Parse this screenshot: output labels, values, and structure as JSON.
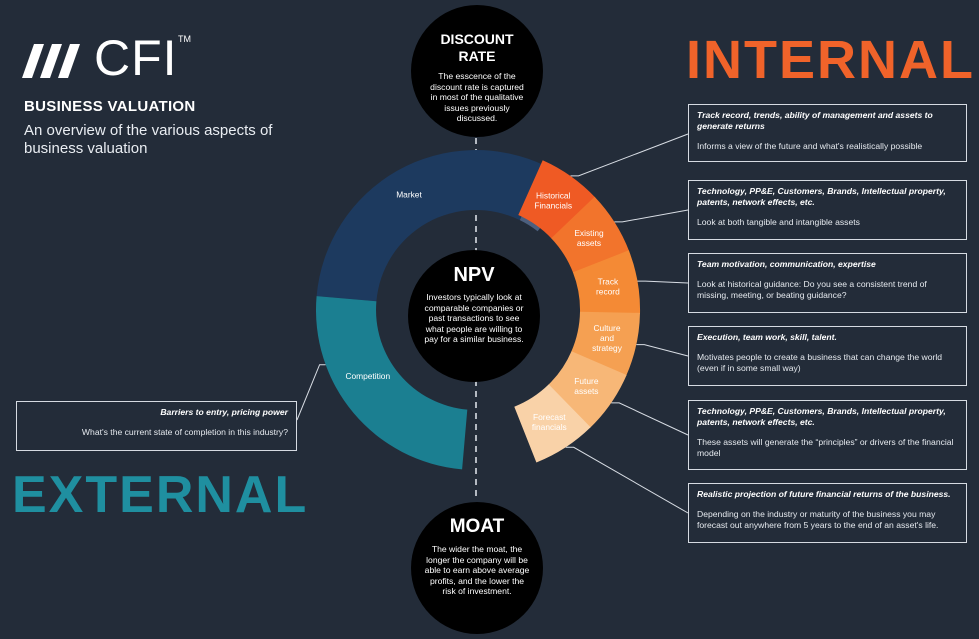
{
  "logo": {
    "text": "CFI",
    "tm": "TM"
  },
  "header": {
    "title": "BUSINESS VALUATION",
    "subtitle": "An overview of the various aspects of business valuation"
  },
  "internal_label": "INTERNAL",
  "external_label": "EXTERNAL",
  "discount": {
    "title_line1": "DISCOUNT",
    "title_line2": "RATE",
    "body": "The esscence of the discount rate is captured in most of the qualitative issues previously discussed."
  },
  "npv": {
    "title": "NPV",
    "body": "Investors typically look at comparable companies or past transactions to see what people are willing to pay for a similar business."
  },
  "moat": {
    "title": "MOAT",
    "body": "The wider the moat, the longer the company will be able to earn above average profits, and the lower the risk of investment."
  },
  "external_segments": [
    {
      "label": "Market",
      "color": "#1d3a5f"
    },
    {
      "label": "Competition",
      "color": "#1b7f91"
    }
  ],
  "internal_segments": [
    {
      "lines": [
        "Historical",
        "Financials"
      ],
      "color": "#ef5a24"
    },
    {
      "lines": [
        "Existing",
        "assets"
      ],
      "color": "#f2742c"
    },
    {
      "lines": [
        "Track",
        "record"
      ],
      "color": "#f48a35"
    },
    {
      "lines": [
        "Culture",
        "and",
        "strategy"
      ],
      "color": "#f5a052"
    },
    {
      "lines": [
        "Future",
        "assets"
      ],
      "color": "#f7b777"
    },
    {
      "lines": [
        "Forecast",
        "financials"
      ],
      "color": "#f9d2a8"
    }
  ],
  "internal_boxes": [
    {
      "head": "Track record, trends, ability of management and assets to generate returns",
      "body": "Informs a view of the future and what's realistically possible"
    },
    {
      "head": "Technology, PP&E, Customers, Brands, Intellectual property, patents, network effects, etc.",
      "body": "Look at both tangible and intangible assets"
    },
    {
      "head": "Team motivation, communication, expertise",
      "body": "Look at historical guidance: Do you see a consistent trend of missing, meeting, or beating guidance?"
    },
    {
      "head": "Execution, team work, skill, talent.",
      "body": "Motivates people to create a business that can change the world (even if in some small way)"
    },
    {
      "head": "Technology, PP&E, Customers, Brands, Intellectual property, patents, network effects, etc.",
      "body": "These assets will generate the “principles” or drivers of the financial model"
    },
    {
      "head": "Realistic projection of future financial returns of the business.",
      "body": "Depending on the industry or maturity of the business you may forecast out anywhere from 5 years to the end of an asset's life."
    }
  ],
  "external_box": {
    "head": "Barriers to entry, pricing power",
    "body": "What's the current state of completion in this industry?"
  },
  "colors": {
    "background": "#232c39",
    "internal": "#f0632a",
    "external": "#1f8fa0"
  }
}
